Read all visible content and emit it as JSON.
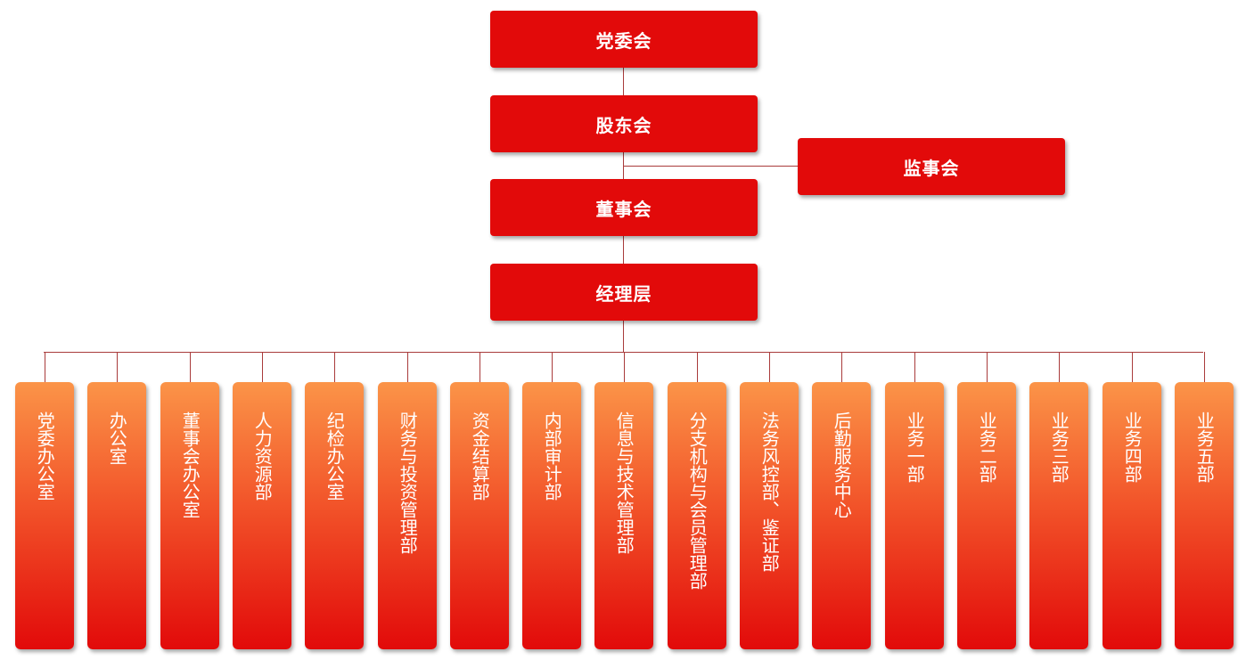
{
  "org": {
    "party_committee": "党委会",
    "shareholders": "股东会",
    "supervisors": "监事会",
    "board": "董事会",
    "management": "经理层"
  },
  "departments": [
    "党委办公室",
    "办公室",
    "董事会办公室",
    "人力资源部",
    "纪检办公室",
    "财务与投资管理部",
    "资金结算部",
    "内部审计部",
    "信息与技术管理部",
    "分支机构与会员管理部",
    "法务风控部、鉴证部",
    "后勤服务中心",
    "业务一部",
    "业务二部",
    "业务三部",
    "业务四部",
    "业务五部"
  ],
  "colors": {
    "top_box": "#e20a0a",
    "dept_gradient_top": "#fb9448",
    "dept_gradient_bottom": "#e20a0a",
    "connector": "#a93b3b"
  }
}
